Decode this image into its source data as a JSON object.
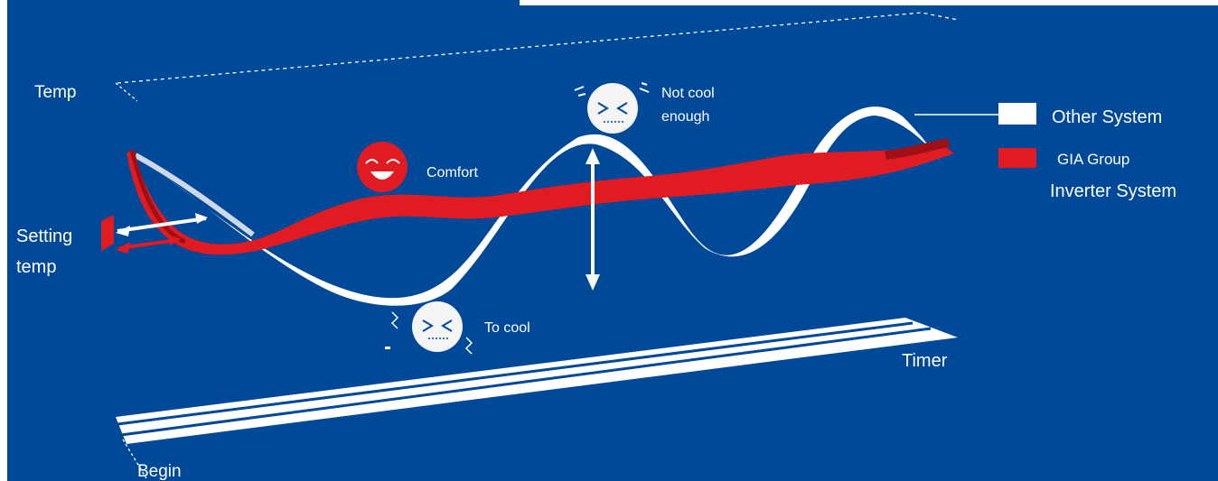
{
  "labels": {
    "temp_axis": "Temp",
    "setting_temp_line1": "Setting",
    "setting_temp_line2": "temp",
    "comfort": "Comfort",
    "not_cool_line1": "Not cool",
    "not_cool_line2": "enough",
    "to_cool": "To cool",
    "timer": "Timer",
    "begin": "Begin"
  },
  "legend": {
    "other_system": "Other System",
    "gia_line1": "GIA Group",
    "gia_line2": "Inverter System"
  },
  "colors": {
    "background": "#004898",
    "other_system": "#ffffff",
    "gia_system": "#e11b22",
    "gia_shadow": "#9e1016",
    "face": "#f4f4f4",
    "comfort_face": "#e11b22"
  },
  "icons": [
    "cold-face-icon",
    "happy-face-icon",
    "annoyed-face-icon",
    "vertical-double-arrow-icon",
    "setting-arrow-icon"
  ]
}
